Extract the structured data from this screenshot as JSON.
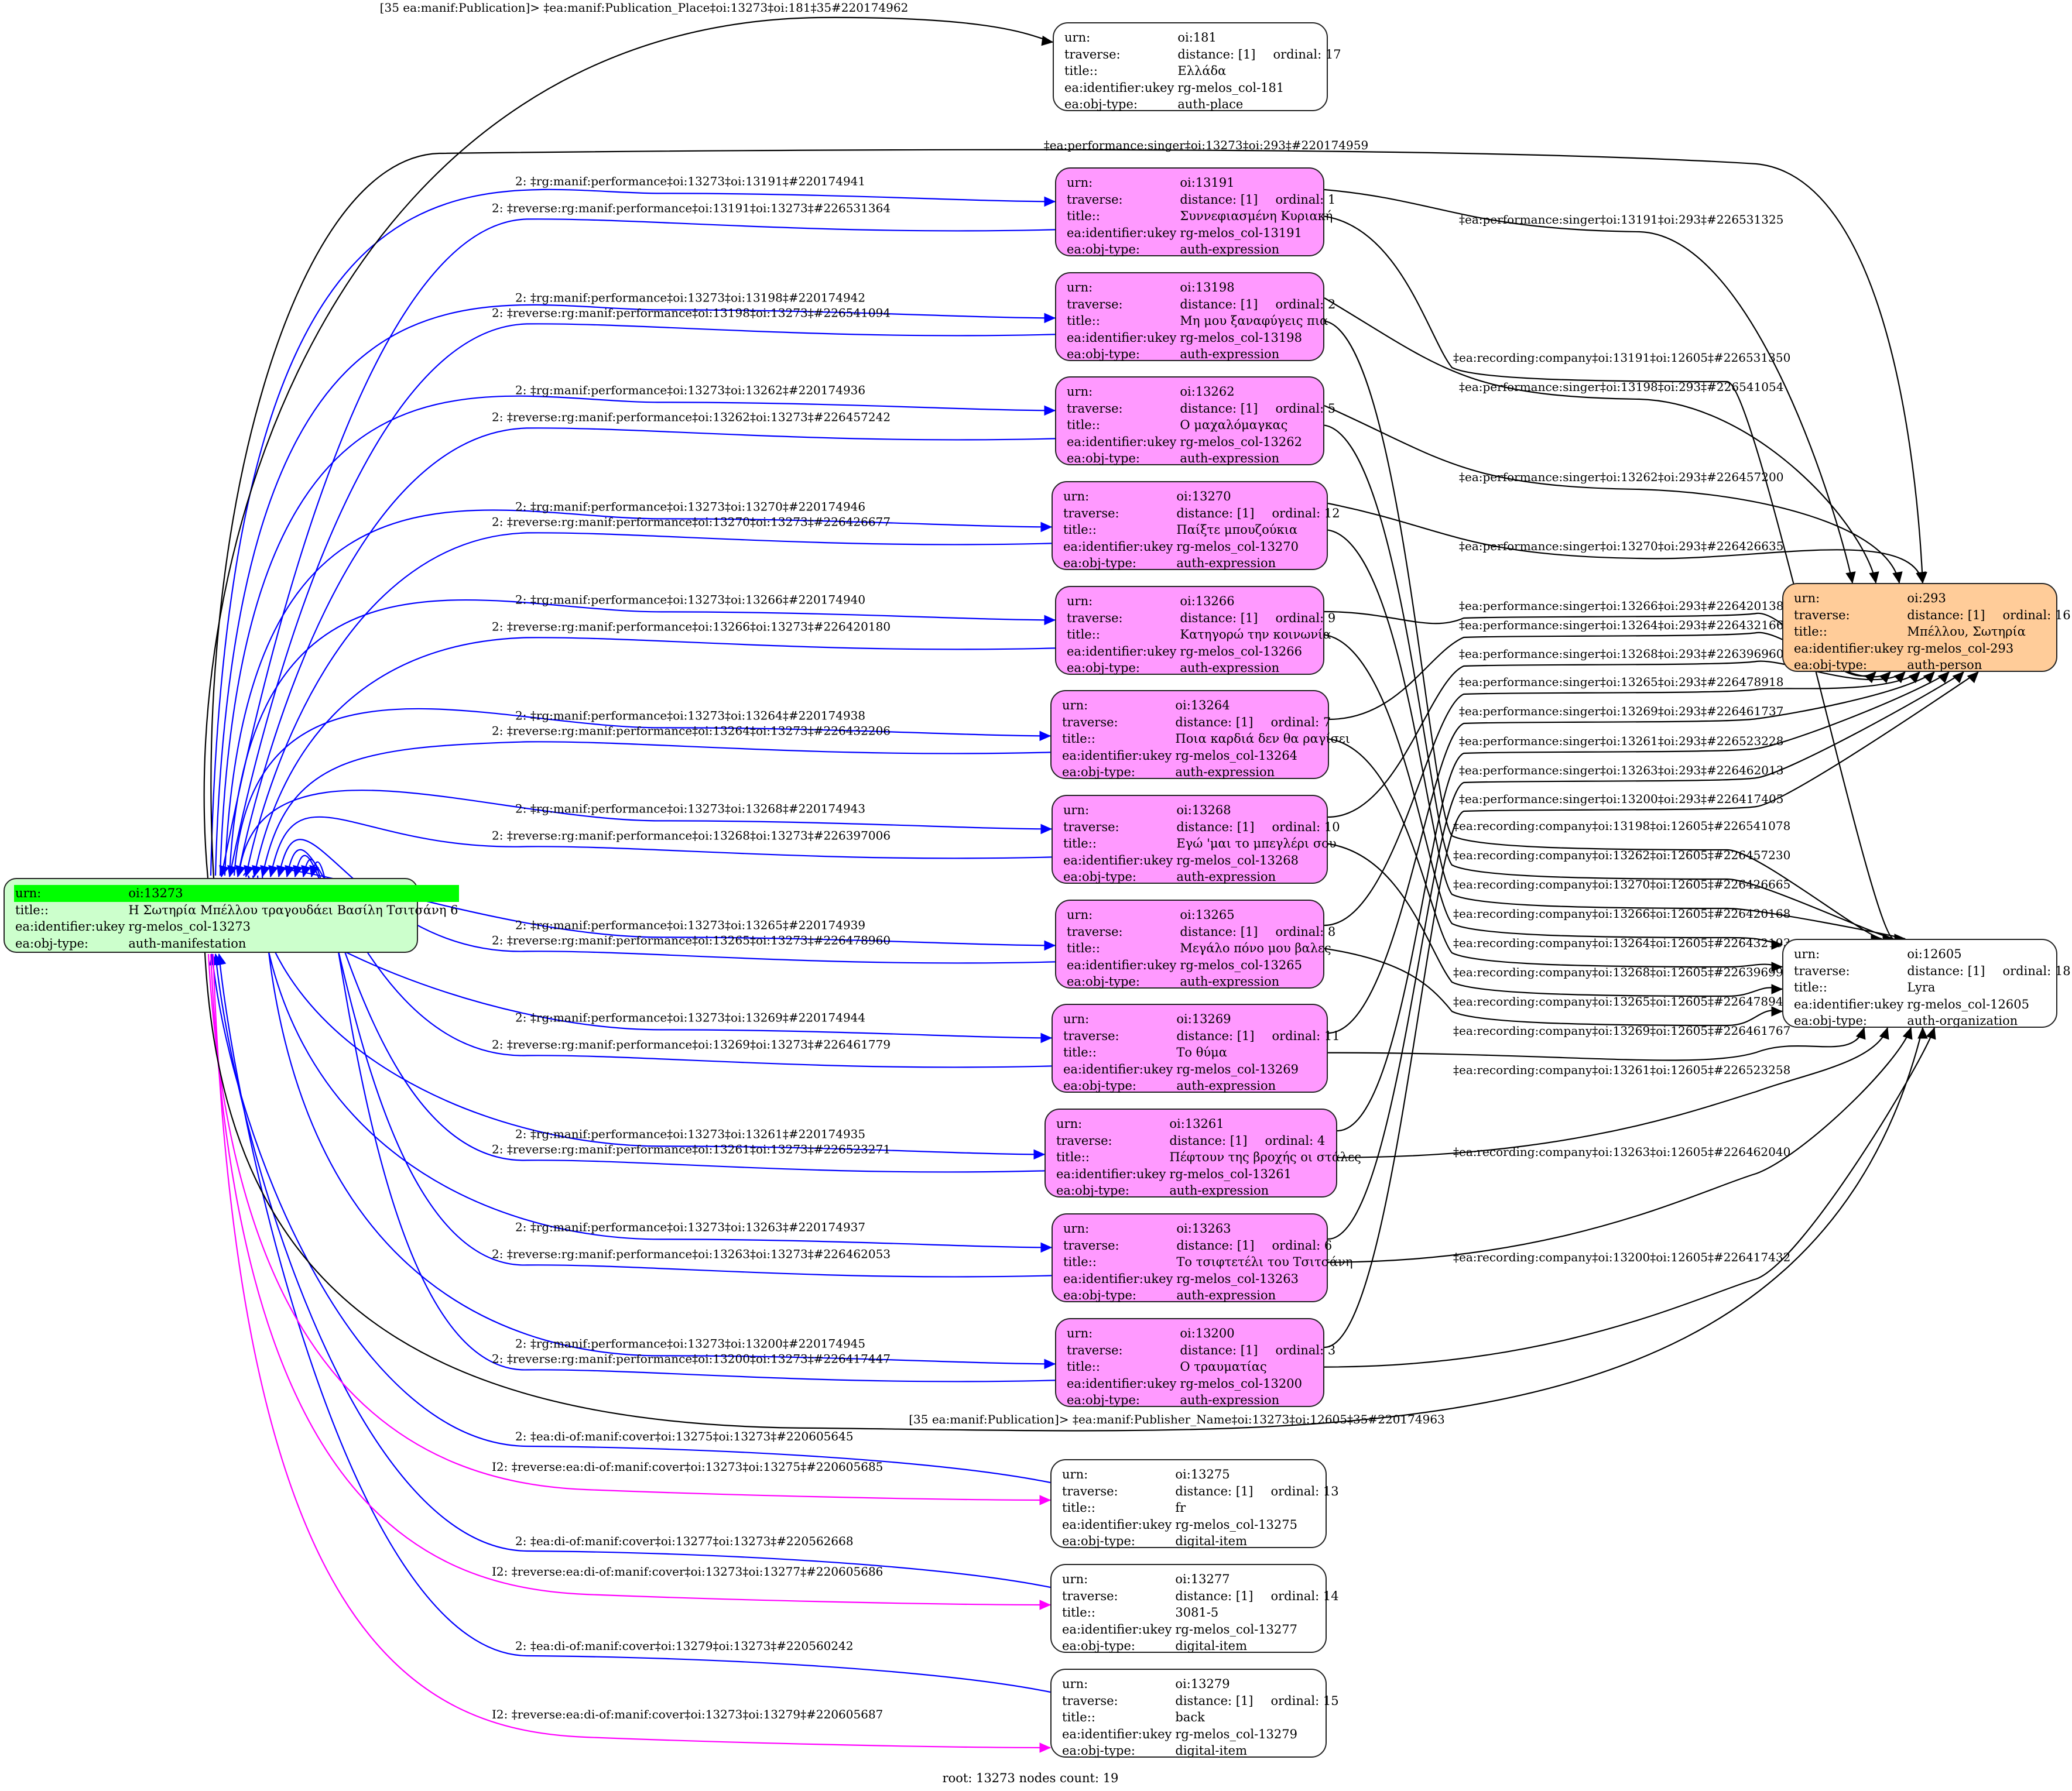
{
  "colors": {
    "root_fill": "#ccffcc",
    "root_highlight": "#00ff00",
    "expression_fill": "#ff99ff",
    "person_fill": "#ffcc99",
    "plain_fill": "#ffffff",
    "edge_blue": "#0000ff",
    "edge_black": "#000000",
    "edge_magenta": "#ff00ff"
  },
  "field_labels": {
    "urn": "urn:",
    "traverse": "traverse:",
    "title": "title::",
    "ukey": "ea:identifier:ukey",
    "type": "ea:obj-type:"
  },
  "root": {
    "urn": "oi:13273",
    "title": "Η Σωτηρία Μπέλλου τραγουδάει Βασίλη Τσιτσάνη 6",
    "ukey": "rg-melos_col-13273",
    "type": "auth-manifestation"
  },
  "nodes": [
    {
      "id": "n181",
      "urn": "oi:181",
      "distance": "distance: [1]",
      "ordinal": "ordinal: 17",
      "title": "Ελλάδα",
      "ukey": "rg-melos_col-181",
      "type": "auth-place",
      "kind": "plain"
    },
    {
      "id": "n13191",
      "urn": "oi:13191",
      "distance": "distance: [1]",
      "ordinal": "ordinal: 1",
      "title": "Συννεφιασμένη Κυριακή",
      "ukey": "rg-melos_col-13191",
      "type": "auth-expression",
      "kind": "expression"
    },
    {
      "id": "n13198",
      "urn": "oi:13198",
      "distance": "distance: [1]",
      "ordinal": "ordinal: 2",
      "title": "Μη μου ξαναφύγεις πια",
      "ukey": "rg-melos_col-13198",
      "type": "auth-expression",
      "kind": "expression"
    },
    {
      "id": "n13262",
      "urn": "oi:13262",
      "distance": "distance: [1]",
      "ordinal": "ordinal: 5",
      "title": "Ο μαχαλόμαγκας",
      "ukey": "rg-melos_col-13262",
      "type": "auth-expression",
      "kind": "expression"
    },
    {
      "id": "n13270",
      "urn": "oi:13270",
      "distance": "distance: [1]",
      "ordinal": "ordinal: 12",
      "title": "Παίξτε μπουζούκια",
      "ukey": "rg-melos_col-13270",
      "type": "auth-expression",
      "kind": "expression"
    },
    {
      "id": "n13266",
      "urn": "oi:13266",
      "distance": "distance: [1]",
      "ordinal": "ordinal: 9",
      "title": "Κατηγορώ την κοινωνία",
      "ukey": "rg-melos_col-13266",
      "type": "auth-expression",
      "kind": "expression"
    },
    {
      "id": "n13264",
      "urn": "oi:13264",
      "distance": "distance: [1]",
      "ordinal": "ordinal: 7",
      "title": "Ποια καρδιά δεν θα ραγίσει",
      "ukey": "rg-melos_col-13264",
      "type": "auth-expression",
      "kind": "expression"
    },
    {
      "id": "n13268",
      "urn": "oi:13268",
      "distance": "distance: [1]",
      "ordinal": "ordinal: 10",
      "title": "Εγώ 'μαι το μπεγλέρι σου",
      "ukey": "rg-melos_col-13268",
      "type": "auth-expression",
      "kind": "expression"
    },
    {
      "id": "n13265",
      "urn": "oi:13265",
      "distance": "distance: [1]",
      "ordinal": "ordinal: 8",
      "title": "Μεγάλο πόνο μου βαλες",
      "ukey": "rg-melos_col-13265",
      "type": "auth-expression",
      "kind": "expression"
    },
    {
      "id": "n13269",
      "urn": "oi:13269",
      "distance": "distance: [1]",
      "ordinal": "ordinal: 11",
      "title": "Το θύμα",
      "ukey": "rg-melos_col-13269",
      "type": "auth-expression",
      "kind": "expression"
    },
    {
      "id": "n13261",
      "urn": "oi:13261",
      "distance": "distance: [1]",
      "ordinal": "ordinal: 4",
      "title": "Πέφτουν της βροχής οι στάλες",
      "ukey": "rg-melos_col-13261",
      "type": "auth-expression",
      "kind": "expression"
    },
    {
      "id": "n13263",
      "urn": "oi:13263",
      "distance": "distance: [1]",
      "ordinal": "ordinal: 6",
      "title": "Το τσιφτετέλι του Τσιτσάνη",
      "ukey": "rg-melos_col-13263",
      "type": "auth-expression",
      "kind": "expression"
    },
    {
      "id": "n13200",
      "urn": "oi:13200",
      "distance": "distance: [1]",
      "ordinal": "ordinal: 3",
      "title": "Ο τραυματίας",
      "ukey": "rg-melos_col-13200",
      "type": "auth-expression",
      "kind": "expression"
    },
    {
      "id": "n13275",
      "urn": "oi:13275",
      "distance": "distance: [1]",
      "ordinal": "ordinal: 13",
      "title": "fr",
      "ukey": "rg-melos_col-13275",
      "type": "digital-item",
      "kind": "plain"
    },
    {
      "id": "n13277",
      "urn": "oi:13277",
      "distance": "distance: [1]",
      "ordinal": "ordinal: 14",
      "title": "3081-5",
      "ukey": "rg-melos_col-13277",
      "type": "digital-item",
      "kind": "plain"
    },
    {
      "id": "n13279",
      "urn": "oi:13279",
      "distance": "distance: [1]",
      "ordinal": "ordinal: 15",
      "title": "back",
      "ukey": "rg-melos_col-13279",
      "type": "digital-item",
      "kind": "plain"
    },
    {
      "id": "n293",
      "urn": "oi:293",
      "distance": "distance: [1]",
      "ordinal": "ordinal: 16",
      "title": "Μπέλλου, Σωτηρία",
      "ukey": "rg-melos_col-293",
      "type": "auth-person",
      "kind": "person"
    },
    {
      "id": "n12605",
      "urn": "oi:12605",
      "distance": "distance: [1]",
      "ordinal": "ordinal: 18",
      "title": "Lyra",
      "ukey": "rg-melos_col-12605",
      "type": "auth-organization",
      "kind": "plain"
    }
  ],
  "edges": {
    "root_to_expressions": [
      {
        "to": "n13191",
        "label": "2: ‡rg:manif:performance‡oi:13273‡oi:13191‡#220174941"
      },
      {
        "to": "n13198",
        "label": "2: ‡rg:manif:performance‡oi:13273‡oi:13198‡#220174942"
      },
      {
        "to": "n13262",
        "label": "2: ‡rg:manif:performance‡oi:13273‡oi:13262‡#220174936"
      },
      {
        "to": "n13270",
        "label": "2: ‡rg:manif:performance‡oi:13273‡oi:13270‡#220174946"
      },
      {
        "to": "n13266",
        "label": "2: ‡rg:manif:performance‡oi:13273‡oi:13266‡#220174940"
      },
      {
        "to": "n13264",
        "label": "2: ‡rg:manif:performance‡oi:13273‡oi:13264‡#220174938"
      },
      {
        "to": "n13268",
        "label": "2: ‡rg:manif:performance‡oi:13273‡oi:13268‡#220174943"
      },
      {
        "to": "n13265",
        "label": "2: ‡rg:manif:performance‡oi:13273‡oi:13265‡#220174939"
      },
      {
        "to": "n13269",
        "label": "2: ‡rg:manif:performance‡oi:13273‡oi:13269‡#220174944"
      },
      {
        "to": "n13261",
        "label": "2: ‡rg:manif:performance‡oi:13273‡oi:13261‡#220174935"
      },
      {
        "to": "n13263",
        "label": "2: ‡rg:manif:performance‡oi:13273‡oi:13263‡#220174937"
      },
      {
        "to": "n13200",
        "label": "2: ‡rg:manif:performance‡oi:13273‡oi:13200‡#220174945"
      }
    ],
    "expressions_to_root": [
      {
        "from": "n13191",
        "label": "2: ‡reverse:rg:manif:performance‡oi:13191‡oi:13273‡#226531364"
      },
      {
        "from": "n13198",
        "label": "2: ‡reverse:rg:manif:performance‡oi:13198‡oi:13273‡#226541094"
      },
      {
        "from": "n13262",
        "label": "2: ‡reverse:rg:manif:performance‡oi:13262‡oi:13273‡#226457242"
      },
      {
        "from": "n13270",
        "label": "2: ‡reverse:rg:manif:performance‡oi:13270‡oi:13273‡#226426677"
      },
      {
        "from": "n13266",
        "label": "2: ‡reverse:rg:manif:performance‡oi:13266‡oi:13273‡#226420180"
      },
      {
        "from": "n13264",
        "label": "2: ‡reverse:rg:manif:performance‡oi:13264‡oi:13273‡#226432206"
      },
      {
        "from": "n13268",
        "label": "2: ‡reverse:rg:manif:performance‡oi:13268‡oi:13273‡#226397006"
      },
      {
        "from": "n13265",
        "label": "2: ‡reverse:rg:manif:performance‡oi:13265‡oi:13273‡#226478960"
      },
      {
        "from": "n13269",
        "label": "2: ‡reverse:rg:manif:performance‡oi:13269‡oi:13273‡#226461779"
      },
      {
        "from": "n13261",
        "label": "2: ‡reverse:rg:manif:performance‡oi:13261‡oi:13273‡#226523271"
      },
      {
        "from": "n13263",
        "label": "2: ‡reverse:rg:manif:performance‡oi:13263‡oi:13273‡#226462053"
      },
      {
        "from": "n13200",
        "label": "2: ‡reverse:rg:manif:performance‡oi:13200‡oi:13273‡#226417447"
      }
    ],
    "digital_to_root": [
      {
        "from": "n13275",
        "label": "2: ‡ea:di-of:manif:cover‡oi:13275‡oi:13273‡#220605645"
      },
      {
        "from": "n13277",
        "label": "2: ‡ea:di-of:manif:cover‡oi:13277‡oi:13273‡#220562668"
      },
      {
        "from": "n13279",
        "label": "2: ‡ea:di-of:manif:cover‡oi:13279‡oi:13273‡#220560242"
      }
    ],
    "root_to_digital": [
      {
        "to": "n13275",
        "label": "I2: ‡reverse:ea:di-of:manif:cover‡oi:13273‡oi:13275‡#220605685"
      },
      {
        "to": "n13277",
        "label": "I2: ‡reverse:ea:di-of:manif:cover‡oi:13273‡oi:13277‡#220605686"
      },
      {
        "to": "n13279",
        "label": "I2: ‡reverse:ea:di-of:manif:cover‡oi:13273‡oi:13279‡#220605687"
      }
    ],
    "root_publication": [
      {
        "to": "n181",
        "label": "[35 ea:manif:Publication]> ‡ea:manif:Publication_Place‡oi:13273‡oi:181‡35#220174962"
      },
      {
        "to": "n12605",
        "label": "[35 ea:manif:Publication]> ‡ea:manif:Publisher_Name‡oi:13273‡oi:12605‡35#220174963"
      }
    ],
    "root_singer": {
      "to": "n293",
      "label": "‡ea:performance:singer‡oi:13273‡oi:293‡#220174959"
    },
    "singer": [
      {
        "from": "n13191",
        "label": "‡ea:performance:singer‡oi:13191‡oi:293‡#226531325"
      },
      {
        "from": "n13198",
        "label": "‡ea:performance:singer‡oi:13198‡oi:293‡#226541054"
      },
      {
        "from": "n13262",
        "label": "‡ea:performance:singer‡oi:13262‡oi:293‡#226457200"
      },
      {
        "from": "n13270",
        "label": "‡ea:performance:singer‡oi:13270‡oi:293‡#226426635"
      },
      {
        "from": "n13266",
        "label": "‡ea:performance:singer‡oi:13266‡oi:293‡#226420138"
      },
      {
        "from": "n13264",
        "label": "‡ea:performance:singer‡oi:13264‡oi:293‡#226432166"
      },
      {
        "from": "n13268",
        "label": "‡ea:performance:singer‡oi:13268‡oi:293‡#226396960"
      },
      {
        "from": "n13265",
        "label": "‡ea:performance:singer‡oi:13265‡oi:293‡#226478918"
      },
      {
        "from": "n13269",
        "label": "‡ea:performance:singer‡oi:13269‡oi:293‡#226461737"
      },
      {
        "from": "n13261",
        "label": "‡ea:performance:singer‡oi:13261‡oi:293‡#226523228"
      },
      {
        "from": "n13263",
        "label": "‡ea:performance:singer‡oi:13263‡oi:293‡#226462013"
      },
      {
        "from": "n13200",
        "label": "‡ea:performance:singer‡oi:13200‡oi:293‡#226417405"
      }
    ],
    "company": [
      {
        "from": "n13191",
        "label": "‡ea:recording:company‡oi:13191‡oi:12605‡#226531350"
      },
      {
        "from": "n13198",
        "label": "‡ea:recording:company‡oi:13198‡oi:12605‡#226541078"
      },
      {
        "from": "n13262",
        "label": "‡ea:recording:company‡oi:13262‡oi:12605‡#226457230"
      },
      {
        "from": "n13270",
        "label": "‡ea:recording:company‡oi:13270‡oi:12605‡#226426665"
      },
      {
        "from": "n13266",
        "label": "‡ea:recording:company‡oi:13266‡oi:12605‡#226420168"
      },
      {
        "from": "n13264",
        "label": "‡ea:recording:company‡oi:13264‡oi:12605‡#226432193"
      },
      {
        "from": "n13268",
        "label": "‡ea:recording:company‡oi:13268‡oi:12605‡#226396991"
      },
      {
        "from": "n13265",
        "label": "‡ea:recording:company‡oi:13265‡oi:12605‡#226478948"
      },
      {
        "from": "n13269",
        "label": "‡ea:recording:company‡oi:13269‡oi:12605‡#226461767"
      },
      {
        "from": "n13261",
        "label": "‡ea:recording:company‡oi:13261‡oi:12605‡#226523258"
      },
      {
        "from": "n13263",
        "label": "‡ea:recording:company‡oi:13263‡oi:12605‡#226462040"
      },
      {
        "from": "n13200",
        "label": "‡ea:recording:company‡oi:13200‡oi:12605‡#226417432"
      }
    ]
  },
  "footer": "root: 13273 nodes count: 19"
}
